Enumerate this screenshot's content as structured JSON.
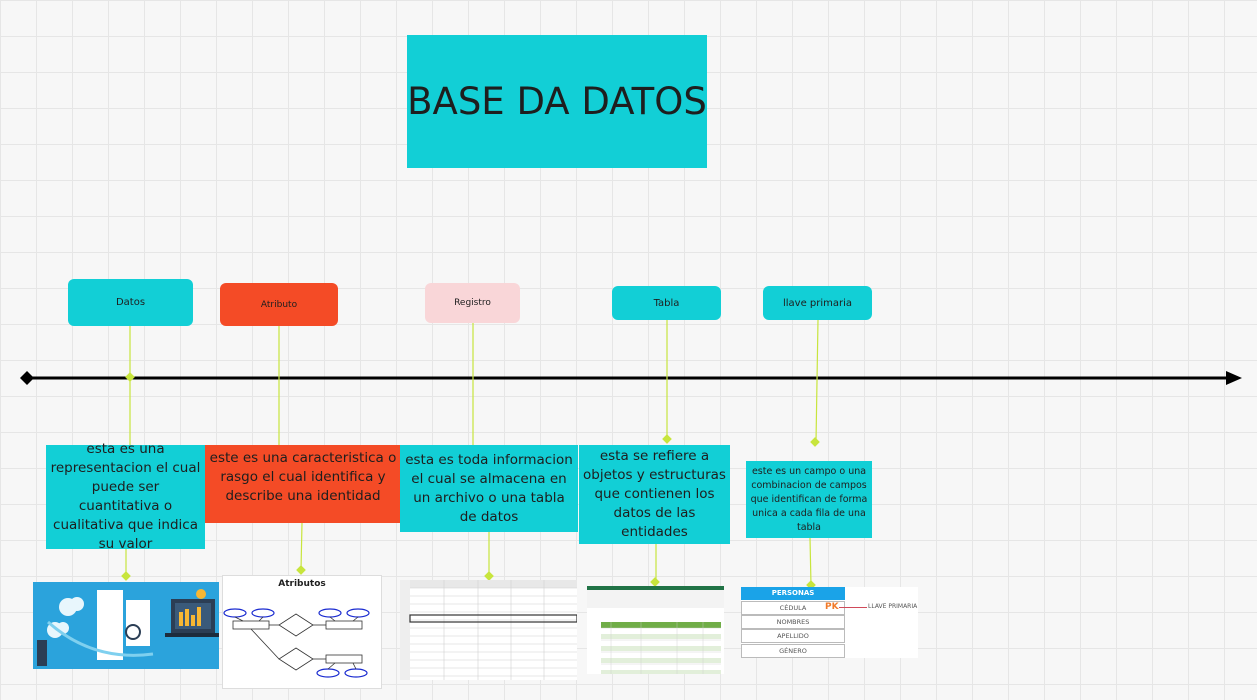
{
  "title": "BASE DA DATOS",
  "colors": {
    "cyan": "#12cfd6",
    "red": "#f44b26",
    "pink": "#f9d6d8",
    "connector": "#c8e53d",
    "axis": "#000000"
  },
  "nodes": [
    {
      "label": "Datos",
      "description": "esta es una representacion el cual puede ser cuantitativa o cualitativa  que indica su valor"
    },
    {
      "label": "Atributo",
      "description": "este es una caracteristica o rasgo  el cual identifica y describe una identidad"
    },
    {
      "label": "Registro",
      "description": "esta es toda informacion el cual se almacena en un archivo o una tabla de datos"
    },
    {
      "label": "Tabla",
      "description": "esta se refiere a objetos y estructuras que contienen los datos de las entidades"
    },
    {
      "label": "llave primaria",
      "description": "este es un campo o una combinacion de campos que identifican de forma unica a cada fila de una tabla"
    }
  ],
  "images": {
    "atributos_title": "Atributos",
    "personas": {
      "header": "PERSONAS",
      "rows": [
        "CÉDULA",
        "NOMBRES",
        "APELLIDO",
        "GÉNERO"
      ],
      "pk": "PK",
      "pk_label": "LLAVE PRIMARIA"
    }
  }
}
